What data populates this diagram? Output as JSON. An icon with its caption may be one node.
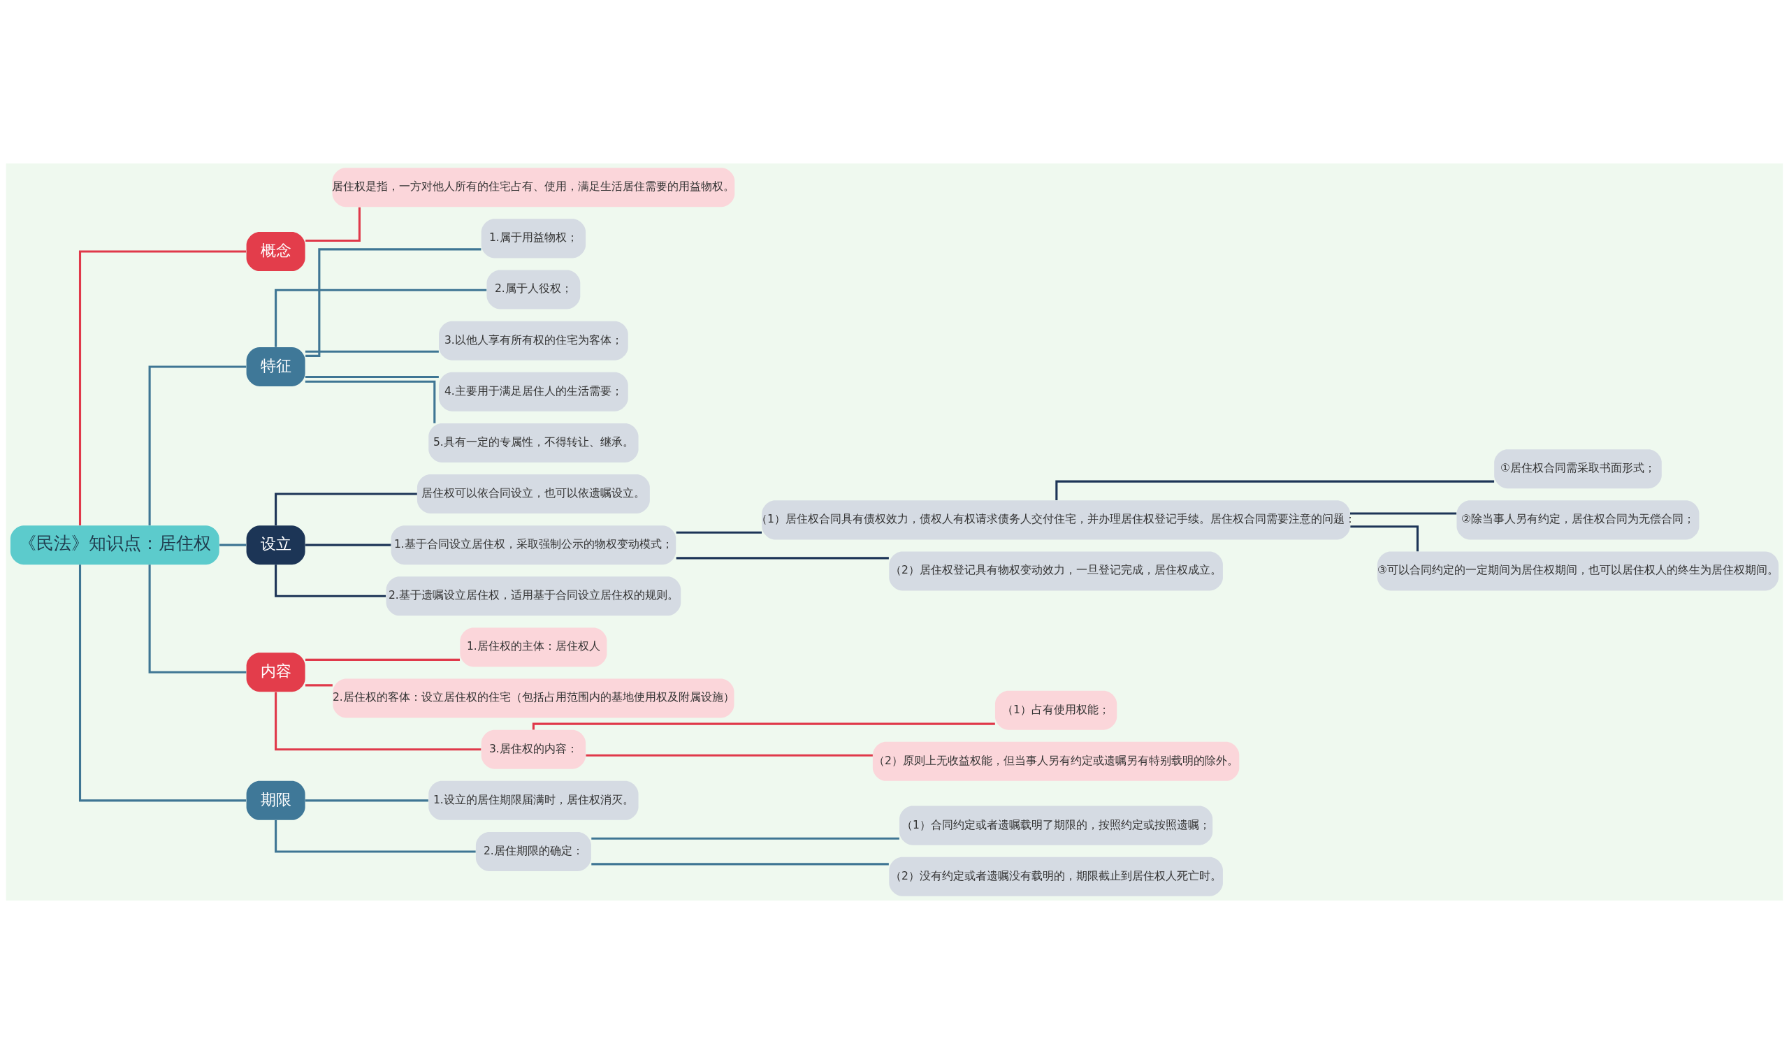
{
  "diagram": {
    "nodes": [
      {
        "text": [
          "《民法》知识点：居住权"
        ]
      },
      {
        "text": [
          "概念"
        ]
      },
      {
        "text": [
          "居住权是指，一方对他人所有的住宅占有、使用，满足生活居住需要的用益物权。"
        ]
      },
      {
        "text": [
          "特征"
        ]
      },
      {
        "text": [
          "1.属于用益物权；"
        ]
      },
      {
        "text": [
          "2.属于人役权；"
        ]
      },
      {
        "text": [
          "3.以他人享有所有权的住宅为客体；"
        ]
      },
      {
        "text": [
          "4.主要用于满足居住人的生活需要；"
        ]
      },
      {
        "text": [
          "5.具有一定的专属性，不得转让、继承。"
        ]
      },
      {
        "text": [
          "设立"
        ]
      },
      {
        "text": [
          "居住权可以依合同设立，也可以依遗嘱设立。"
        ]
      },
      {
        "text": [
          "1.基于合同设立居住权，采取强制公示的物权变动模式；"
        ]
      },
      {
        "text": [
          "（1）居住权合同具有债权效力，债权人有权请求债务人交付住宅，并办理居住权登记手续。居住权合同需要注意的问题："
        ]
      },
      {
        "text": [
          "①居住权合同需采取书面形式；"
        ]
      },
      {
        "text": [
          "②除当事人另有约定，居住权合同为无偿合同；"
        ]
      },
      {
        "text": [
          "③可以合同约定的一定期间为居住权期间，也可以居住权人的终生为居住权期间。"
        ]
      },
      {
        "text": [
          "（2）居住权登记具有物权变动效力，一旦登记完成，居住权成立。"
        ]
      },
      {
        "text": [
          "2.基于遗嘱设立居住权，适用基于合同设立居住权的规则。"
        ]
      },
      {
        "text": [
          "内容"
        ]
      },
      {
        "text": [
          "1.居住权的主体：居住权人"
        ]
      },
      {
        "text": [
          "2.居住权的客体：设立居住权的住宅（包括占用范围内的基地使用权及附属设施）"
        ]
      },
      {
        "text": [
          "3.居住权的内容："
        ]
      },
      {
        "text": [
          "（1）占有使用权能；"
        ]
      },
      {
        "text": [
          "（2）原则上无收益权能，但当事人另有约定或遗嘱另有特别载明的除外。"
        ]
      },
      {
        "text": [
          "期限"
        ]
      },
      {
        "text": [
          "1.设立的居住期限届满时，居住权消灭。"
        ]
      },
      {
        "text": [
          "2.居住期限的确定："
        ]
      },
      {
        "text": [
          "（1）合同约定或者遗嘱载明了期限的，按照约定或按照遗嘱；"
        ]
      },
      {
        "text": [
          "（2）没有约定或者遗嘱没有载明的，期限截止到居住权人死亡时。"
        ]
      }
    ],
    "edges": [
      {
        "from": 0,
        "to": 1,
        "arrow": "none",
        "color": "#e0394a"
      },
      {
        "from": 1,
        "to": 2,
        "arrow": "none",
        "color": "#e0394a"
      },
      {
        "from": 0,
        "to": 3,
        "arrow": "none",
        "color": "#3f7694"
      },
      {
        "from": 3,
        "to": 4,
        "arrow": "none",
        "color": "#3f7694"
      },
      {
        "from": 3,
        "to": 5,
        "arrow": "none",
        "color": "#3f7694"
      },
      {
        "from": 3,
        "to": 6,
        "arrow": "none",
        "color": "#3f7694"
      },
      {
        "from": 3,
        "to": 7,
        "arrow": "none",
        "color": "#3f7694"
      },
      {
        "from": 3,
        "to": 8,
        "arrow": "none",
        "color": "#3f7694"
      },
      {
        "from": 0,
        "to": 9,
        "arrow": "none",
        "color": "#3f7694"
      },
      {
        "from": 9,
        "to": 10,
        "arrow": "none",
        "color": "#1d3557"
      },
      {
        "from": 9,
        "to": 11,
        "arrow": "none",
        "color": "#1d3557"
      },
      {
        "from": 11,
        "to": 12,
        "arrow": "none",
        "color": "#1d3557"
      },
      {
        "from": 12,
        "to": 13,
        "arrow": "none",
        "color": "#1d3557"
      },
      {
        "from": 12,
        "to": 14,
        "arrow": "none",
        "color": "#1d3557"
      },
      {
        "from": 12,
        "to": 15,
        "arrow": "none",
        "color": "#1d3557"
      },
      {
        "from": 11,
        "to": 16,
        "arrow": "none",
        "color": "#1d3557"
      },
      {
        "from": 9,
        "to": 17,
        "arrow": "none",
        "color": "#1d3557"
      },
      {
        "from": 0,
        "to": 18,
        "arrow": "none",
        "color": "#3f7694"
      },
      {
        "from": 18,
        "to": 19,
        "arrow": "none",
        "color": "#e0394a"
      },
      {
        "from": 18,
        "to": 20,
        "arrow": "none",
        "color": "#e0394a"
      },
      {
        "from": 18,
        "to": 21,
        "arrow": "none",
        "color": "#e0394a"
      },
      {
        "from": 21,
        "to": 22,
        "arrow": "none",
        "color": "#e0394a"
      },
      {
        "from": 21,
        "to": 23,
        "arrow": "none",
        "color": "#e0394a"
      },
      {
        "from": 0,
        "to": 24,
        "arrow": "none",
        "color": "#3f7694"
      },
      {
        "from": 24,
        "to": 25,
        "arrow": "none",
        "color": "#3f7694"
      },
      {
        "from": 24,
        "to": 26,
        "arrow": "none",
        "color": "#3f7694"
      },
      {
        "from": 26,
        "to": 27,
        "arrow": "none",
        "color": "#3f7694"
      },
      {
        "from": 26,
        "to": 28,
        "arrow": "none",
        "color": "#3f7694"
      }
    ]
  }
}
